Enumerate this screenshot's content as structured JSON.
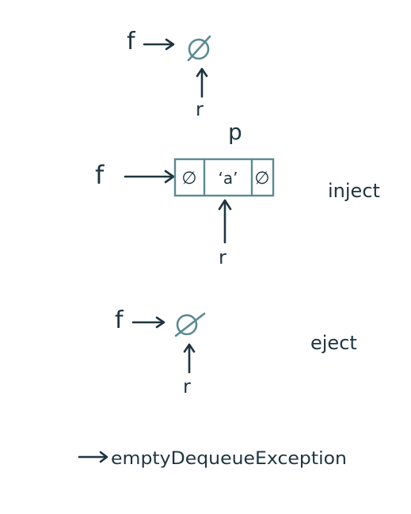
{
  "colors": {
    "ink": "#1e3540",
    "accent": "#5b8a93",
    "background": "#ffffff"
  },
  "diagram": {
    "state1": {
      "front_label": "f",
      "rear_label": "r",
      "null_symbol": "∅"
    },
    "state2": {
      "node_label": "p",
      "front_label": "f",
      "rear_label": "r",
      "cells": [
        "∅",
        "‘a’",
        "∅"
      ],
      "operation": "inject"
    },
    "state3": {
      "front_label": "f",
      "rear_label": "r",
      "null_symbol": "∅",
      "operation": "eject"
    },
    "result": {
      "text": "emptyDequeueException"
    }
  }
}
